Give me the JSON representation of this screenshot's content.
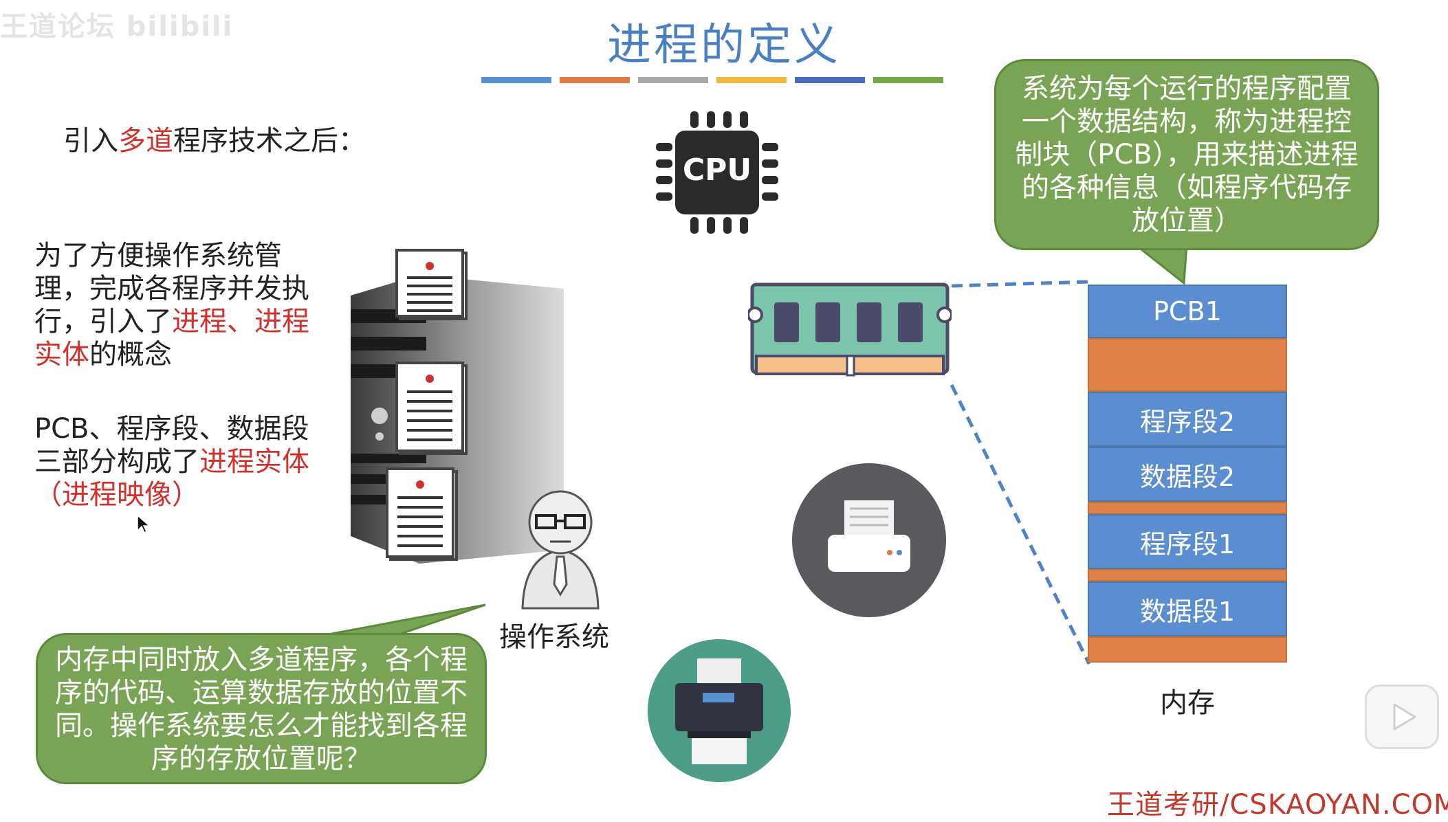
{
  "watermark": "王道论坛 bilibili",
  "slide": {
    "title": "进程的定义",
    "title_bar_colors": [
      "#5b8fd0",
      "#e07b45",
      "#a9a9a9",
      "#f0b93e",
      "#4a6cbd",
      "#76a648"
    ]
  },
  "intro": {
    "prefix": "引入",
    "highlight": "多道",
    "suffix": "程序技术之后："
  },
  "para1": {
    "text1": "为了方便操作系统管理，完成各程序并发执行，引入了",
    "highlight1": "进程、进程实体",
    "text2": "的概念"
  },
  "para2": {
    "text1": "PCB、程序段、数据段三部分构成了",
    "highlight1": "进程实体",
    "paren_open": "（",
    "highlight2": "进程映像",
    "paren_close": "）"
  },
  "bubble_top": "系统为每个运行的程序配置一个数据结构，称为进程控制块（PCB），用来描述进程的各种信息（如程序代码存放位置）",
  "bubble_bottom": "内存中同时放入多道程序，各个程序的代码、运算数据存放的位置不同。操作系统要怎么才能找到各程序的存放位置呢？",
  "os_label": "操作系统",
  "cpu_label": "CPU",
  "memory": {
    "label": "内存",
    "blocks": [
      {
        "label": "PCB1",
        "type": "blue"
      },
      {
        "label": "",
        "type": "orange"
      },
      {
        "label": "程序段2",
        "type": "blue"
      },
      {
        "label": "数据段2",
        "type": "blue"
      },
      {
        "label": "",
        "type": "orange"
      },
      {
        "label": "程序段1",
        "type": "blue"
      },
      {
        "label": "",
        "type": "orange"
      },
      {
        "label": "数据段1",
        "type": "blue"
      },
      {
        "label": "",
        "type": "orange"
      }
    ]
  },
  "footer": "王道考研/CSKAOYAN.COM"
}
